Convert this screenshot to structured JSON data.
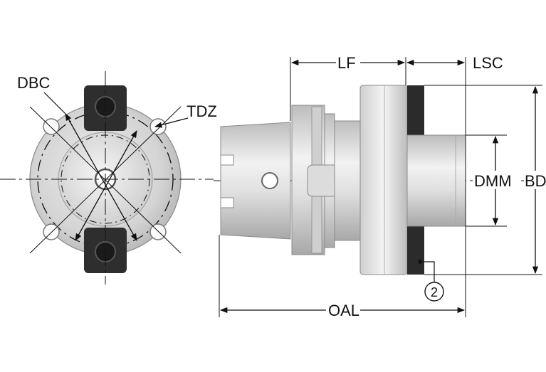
{
  "labels": {
    "dbc": "DBC",
    "tdz": "TDZ",
    "lf": "LF",
    "lsc": "LSC",
    "dmm": "DMM",
    "bd": "BD",
    "oal": "OAL",
    "callout": "2"
  },
  "colors": {
    "metal_light": "#e6e6e6",
    "metal_mid": "#c8c8c8",
    "metal_dark": "#9a9a9a",
    "dark_block": "#2b2b2b",
    "line": "#111111"
  }
}
